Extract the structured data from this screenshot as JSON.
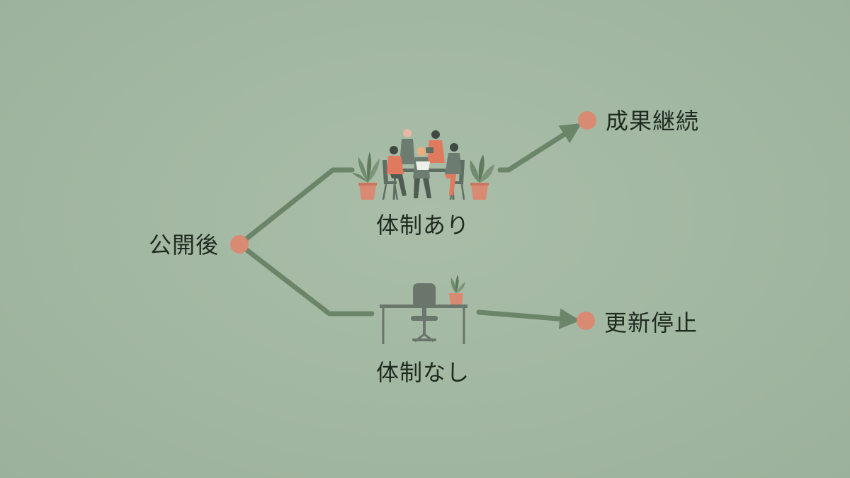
{
  "diagram": {
    "start": {
      "label": "公開後"
    },
    "branch_with_team": {
      "label": "体制あり",
      "outcome": "成果継続"
    },
    "branch_without_team": {
      "label": "体制なし",
      "outcome": "更新停止"
    }
  },
  "colors": {
    "background": "#a3b8a2",
    "path": "#6b8569",
    "node": "#d98a72",
    "accent": "#e07a5f",
    "figure": "#5f6e63",
    "text": "#1f2a20"
  },
  "icons": {
    "with_team": "team-meeting-icon",
    "without_team": "empty-desk-icon"
  }
}
